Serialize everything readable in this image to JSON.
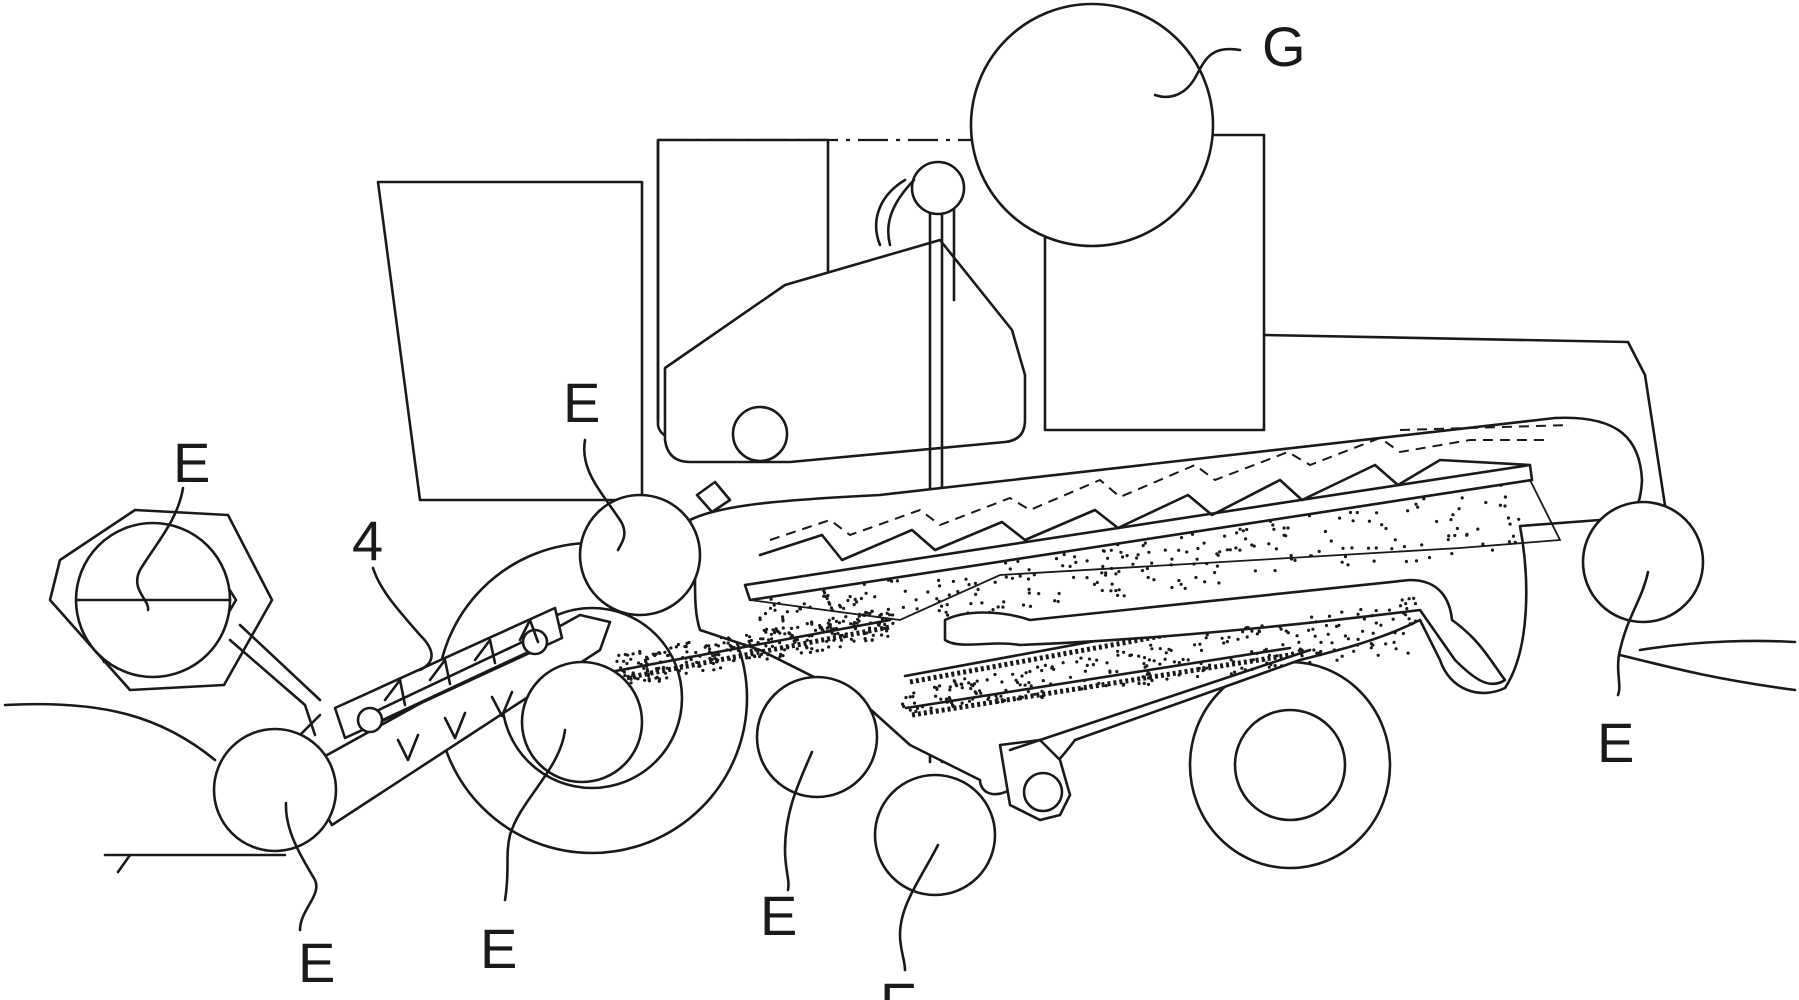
{
  "labels": {
    "e_front_reel": "E",
    "e_front_lower": "E",
    "e_feeder_top": "E",
    "e_drum": "E",
    "e_mid": "E",
    "e_lower": "E",
    "e_rear": "E",
    "g": "G",
    "four": "4"
  }
}
